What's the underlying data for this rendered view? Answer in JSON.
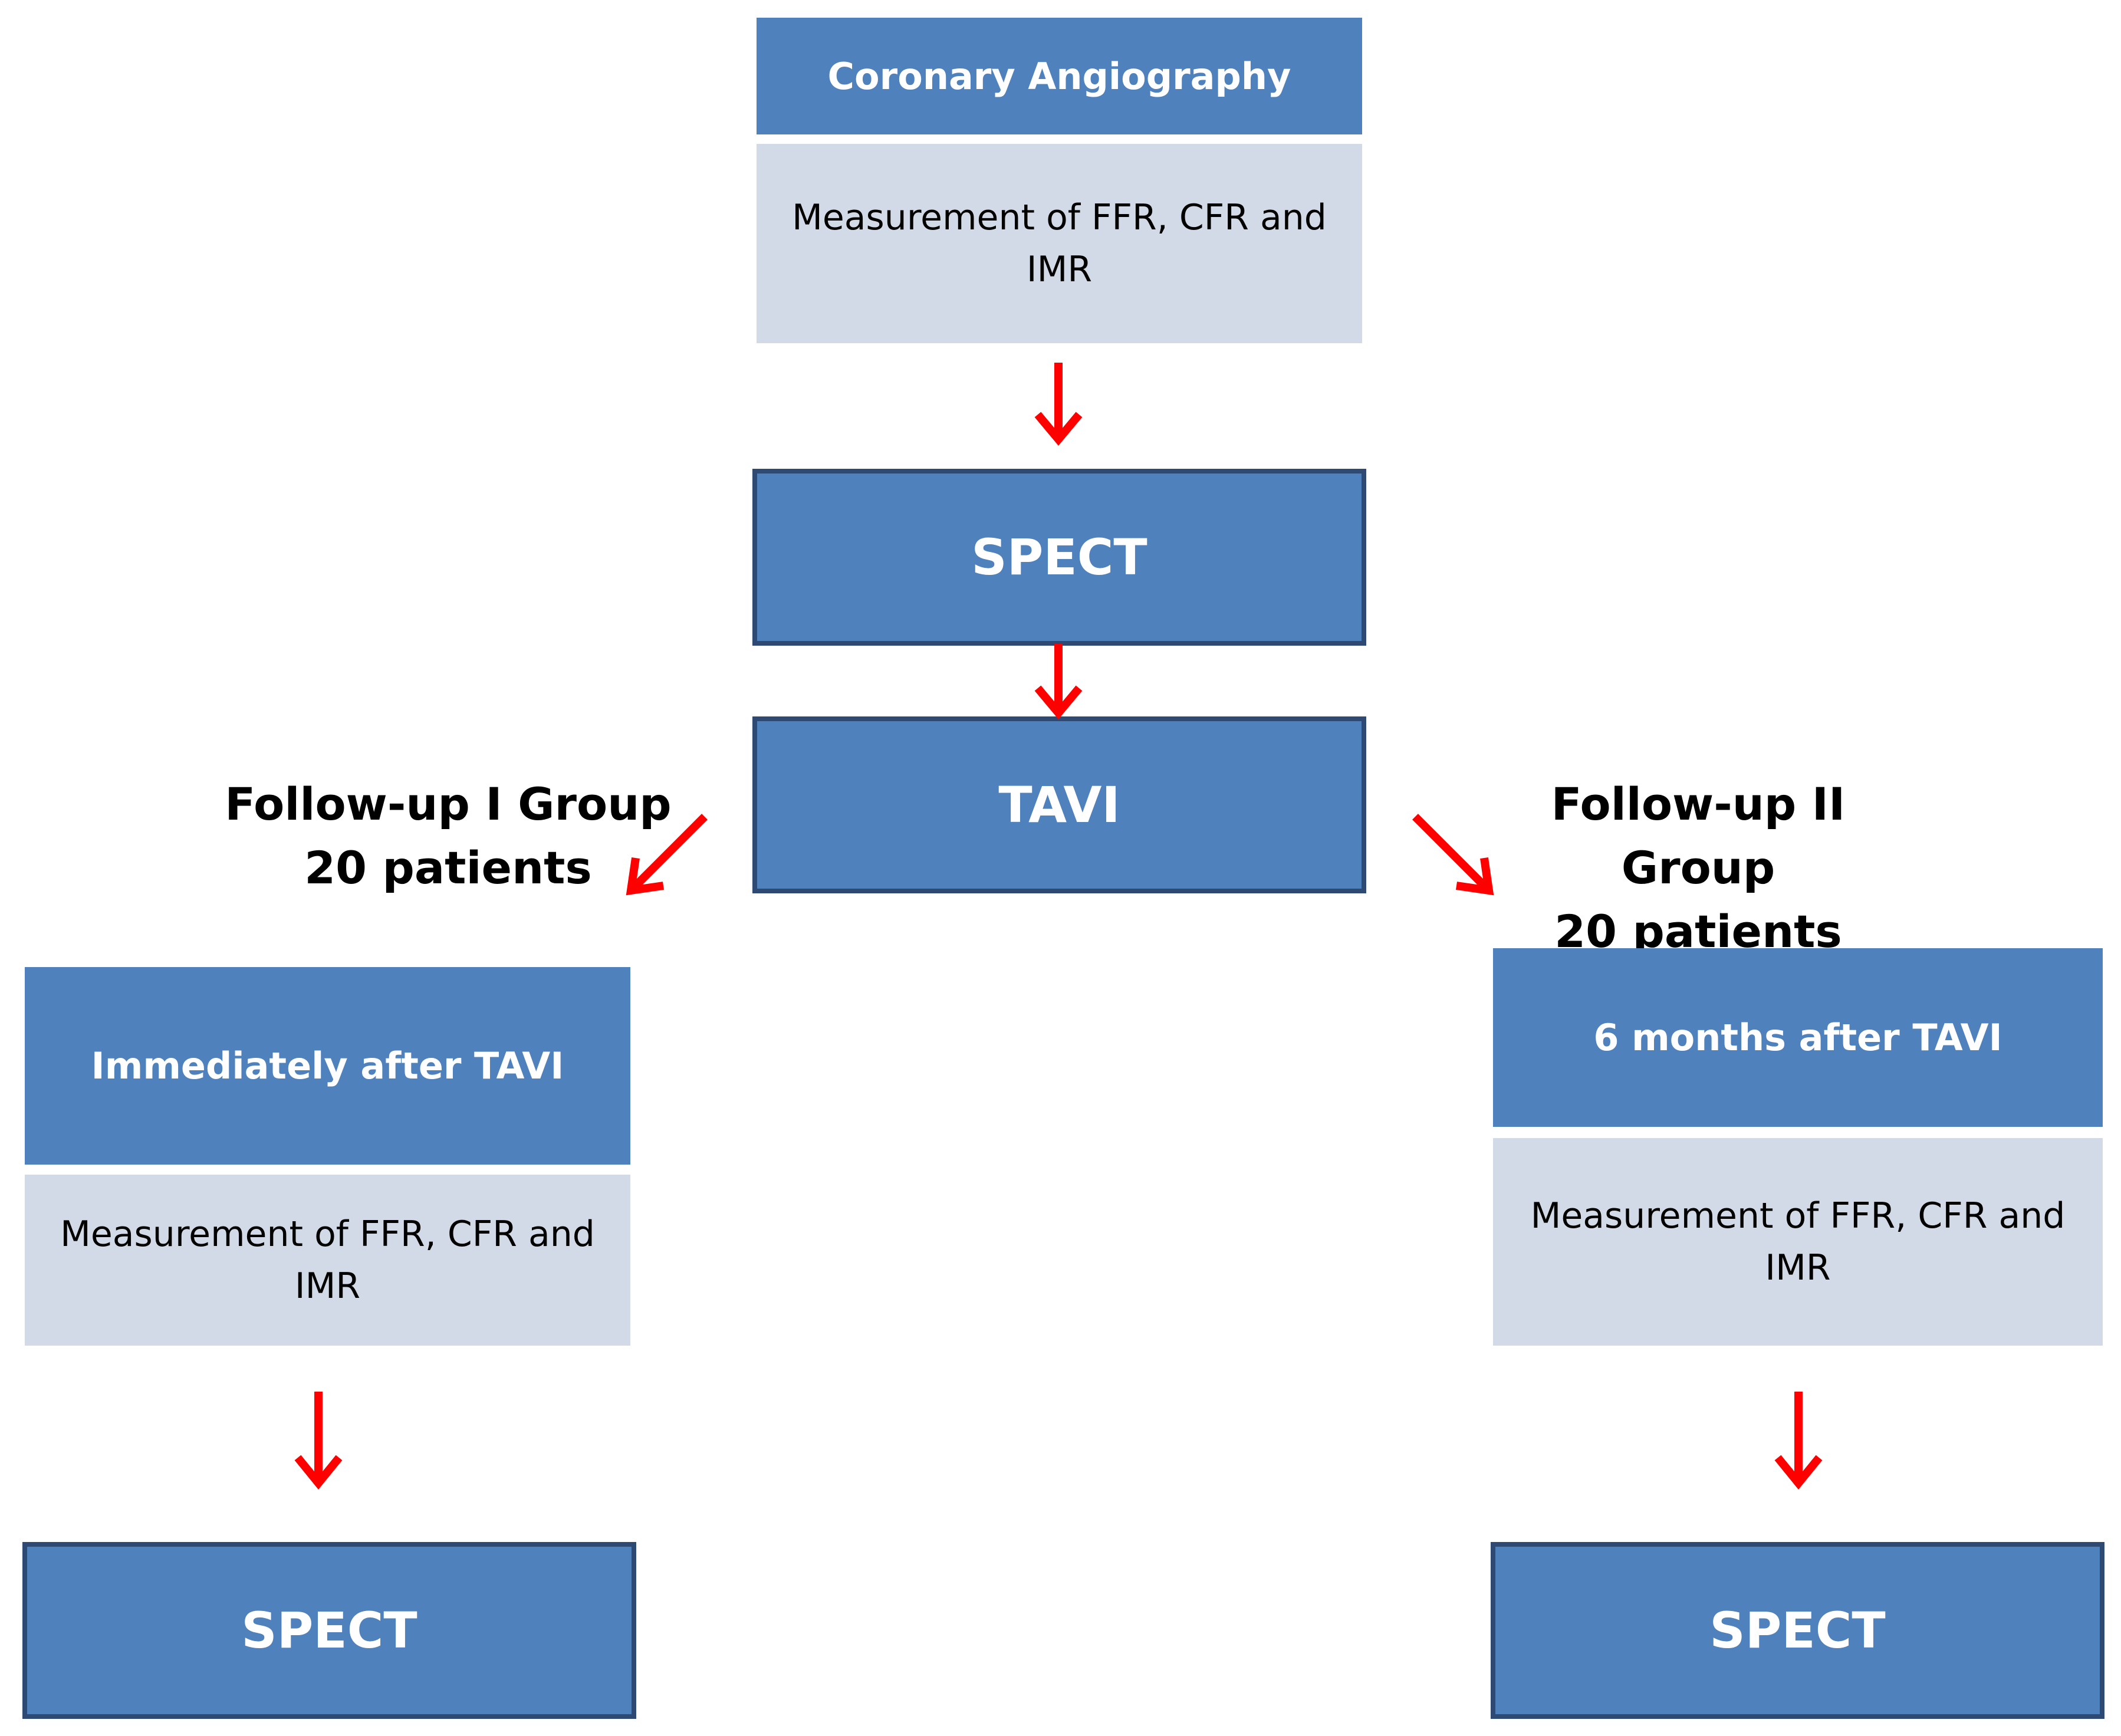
{
  "top": {
    "header": "Coronary Angiography",
    "detail": "Measurement  of FFR, CFR and IMR"
  },
  "spect_top": "SPECT",
  "tavi": "TAVI",
  "left_group": {
    "title": "Follow-up I Group",
    "count": "20 patients",
    "header": "Immediately after TAVI",
    "detail": "Measurement  of FFR, CFR and IMR",
    "spect": "SPECT"
  },
  "right_group": {
    "title": "Follow-up II Group",
    "count": "20 patients",
    "header": "6 months after TAVI",
    "detail": "Measurement  of FFR, CFR and IMR",
    "spect": "SPECT"
  },
  "colors": {
    "box_blue": "#4f81bd",
    "box_light": "#d3dae7",
    "box_border": "#2e4a73",
    "arrow_red": "#ff0000"
  }
}
